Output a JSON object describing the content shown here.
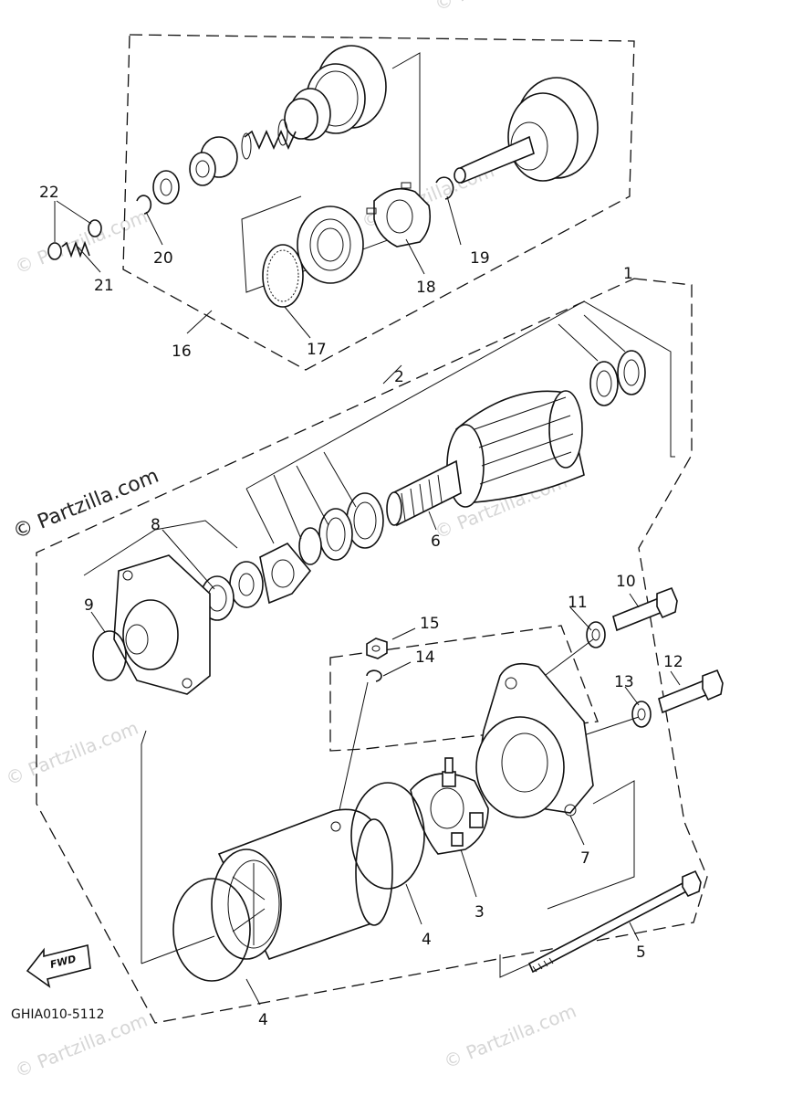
{
  "diagram": {
    "code": "GHIA010-5112",
    "fwd_label": "FWD",
    "watermark_main": "© Partzilla.com",
    "watermark": "© Partzilla.com",
    "labels": [
      {
        "id": "1",
        "text": "1"
      },
      {
        "id": "2",
        "text": "2"
      },
      {
        "id": "3",
        "text": "3"
      },
      {
        "id": "4a",
        "text": "4"
      },
      {
        "id": "4b",
        "text": "4"
      },
      {
        "id": "5",
        "text": "5"
      },
      {
        "id": "6",
        "text": "6"
      },
      {
        "id": "7",
        "text": "7"
      },
      {
        "id": "8",
        "text": "8"
      },
      {
        "id": "9",
        "text": "9"
      },
      {
        "id": "10",
        "text": "10"
      },
      {
        "id": "11",
        "text": "11"
      },
      {
        "id": "12",
        "text": "12"
      },
      {
        "id": "13",
        "text": "13"
      },
      {
        "id": "14",
        "text": "14"
      },
      {
        "id": "15",
        "text": "15"
      },
      {
        "id": "16",
        "text": "16"
      },
      {
        "id": "17",
        "text": "17"
      },
      {
        "id": "18",
        "text": "18"
      },
      {
        "id": "19",
        "text": "19"
      },
      {
        "id": "20",
        "text": "20"
      },
      {
        "id": "21",
        "text": "21"
      },
      {
        "id": "22",
        "text": "22"
      }
    ]
  }
}
